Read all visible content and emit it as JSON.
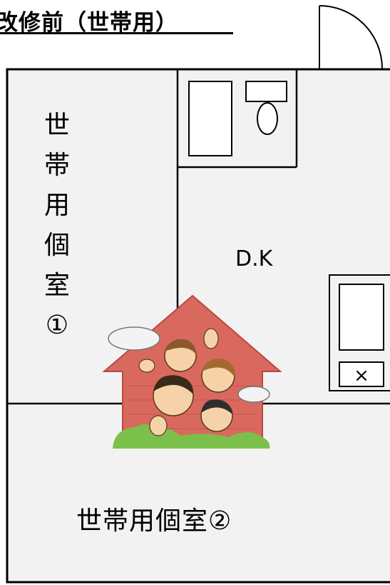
{
  "title": "改修前（世帯用）",
  "rooms": {
    "room1_chars": [
      "世",
      "帯",
      "用",
      "個",
      "室",
      "①"
    ],
    "dk": "D.K",
    "room2": "世帯用個室②"
  },
  "symbols": {
    "washer_mark": "×"
  },
  "illustration": {
    "subject": "family-house-illustration",
    "colors": {
      "house": "#d9695f",
      "bush": "#7bc04a",
      "cloud": "#f3f3f3"
    }
  }
}
